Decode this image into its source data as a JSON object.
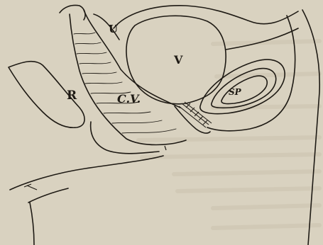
{
  "diagram": {
    "labels": {
      "u": "U",
      "v": "V",
      "r": "R",
      "cv": "C.V.",
      "sp": "SP"
    },
    "colors": {
      "paper": "#d9d2c0",
      "ink": "#1e1a14",
      "ghost_text": "#c9c1ad"
    }
  }
}
